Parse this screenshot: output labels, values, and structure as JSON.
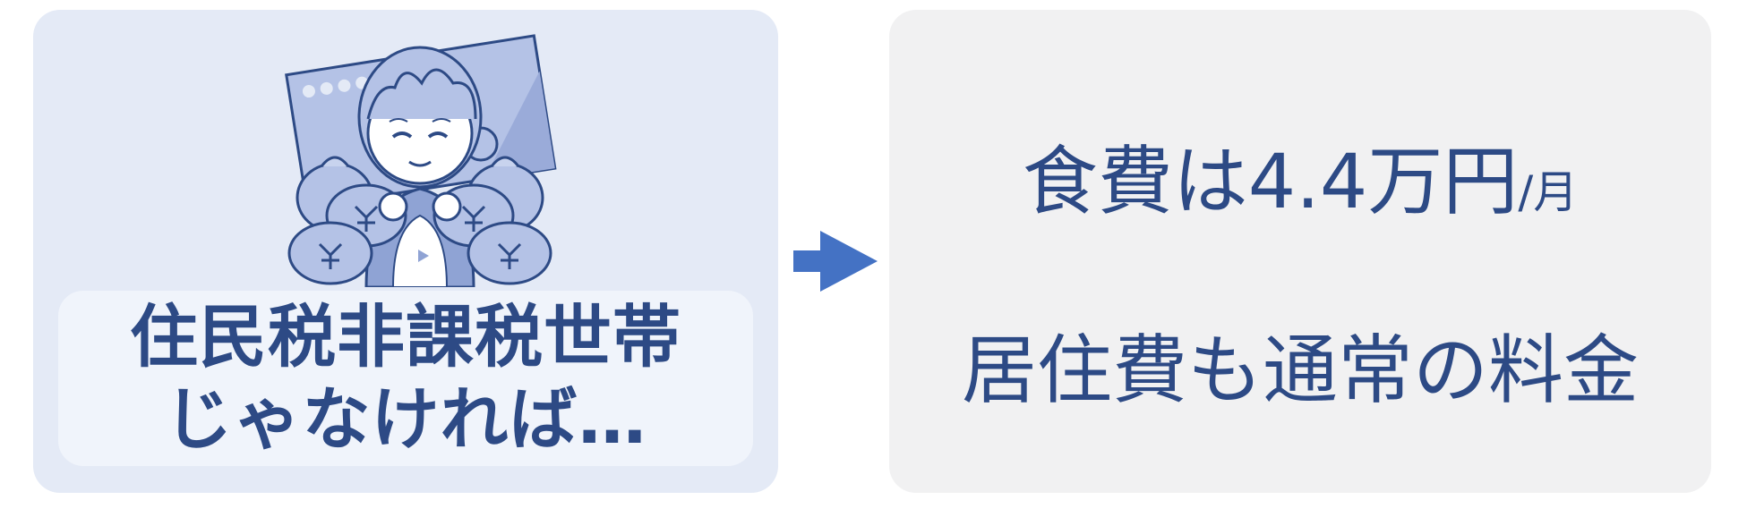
{
  "left_panel": {
    "illustration_icon": "elderly-person-with-money-bags-icon",
    "condition_line1": "住民税非課税世帯",
    "condition_line2": "じゃなければ…"
  },
  "arrow_icon": "right-arrow-icon",
  "right_panel": {
    "food_cost_text": "食費は4.4万円",
    "food_cost_unit": "/月",
    "housing_cost_text": "居住費も通常の料金"
  },
  "colors": {
    "accent": "#2d4a85",
    "arrow": "#4472c4",
    "left_card_bg": "#e4eaf6",
    "right_card_bg": "#f1f1f2",
    "illustration": "#8fa3d4"
  }
}
